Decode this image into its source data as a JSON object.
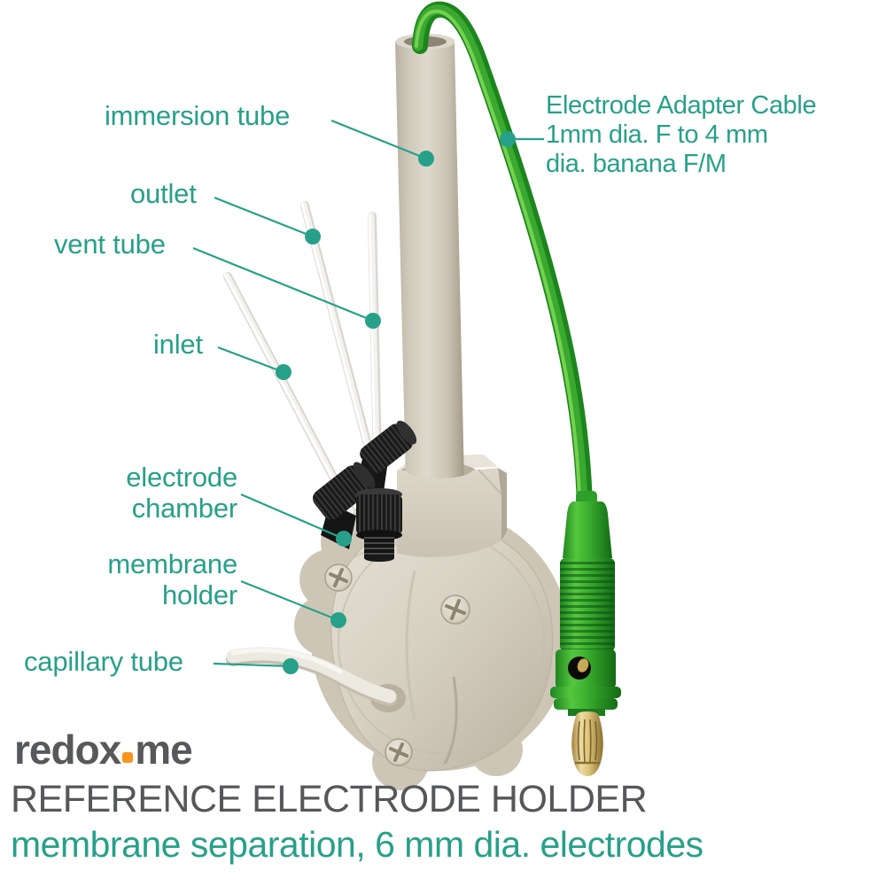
{
  "colors": {
    "accent_teal": "#27a08a",
    "cable_green": "#2f9e2b",
    "logo_orange": "#f7941e",
    "title_gray": "#55575a",
    "gold": "#d9c378",
    "body_beige": "#d6d0c2",
    "fitting_black": "#1b1b1b"
  },
  "callouts": [
    {
      "id": "immersion-tube",
      "label": "immersion tube"
    },
    {
      "id": "outlet",
      "label": "outlet"
    },
    {
      "id": "vent-tube",
      "label": "vent tube"
    },
    {
      "id": "inlet",
      "label": "inlet"
    },
    {
      "id": "electrode-chamber",
      "label": "electrode chamber"
    },
    {
      "id": "membrane-holder",
      "label": "membrane holder"
    },
    {
      "id": "capillary-tube",
      "label": "capillary tube"
    }
  ],
  "cable_note": {
    "line1": "Electrode Adapter Cable",
    "line2": "1mm dia. F to 4 mm",
    "line3": "dia. banana F/M"
  },
  "brand": {
    "logo_text_1": "redox",
    "logo_text_2": "me"
  },
  "footer": {
    "title": "REFERENCE ELECTRODE HOLDER",
    "subtitle": "membrane separation, 6 mm dia. electrodes"
  }
}
